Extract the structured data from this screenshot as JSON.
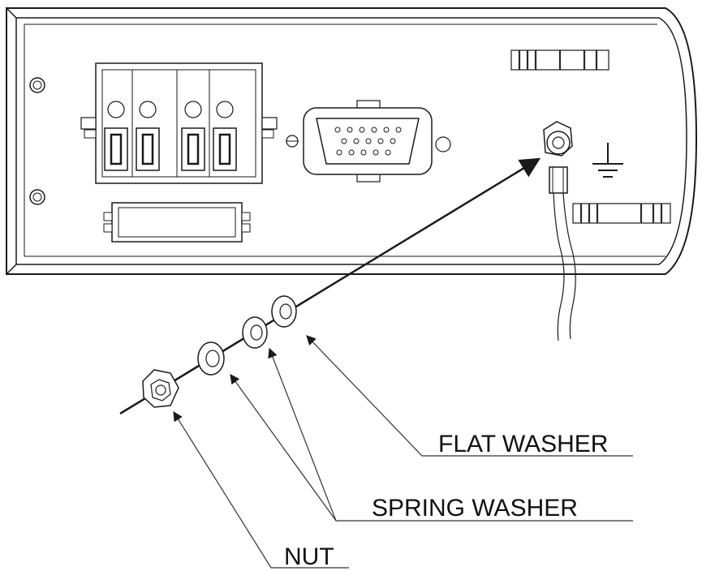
{
  "diagram": {
    "labels": {
      "flat_washer": "FLAT WASHER",
      "spring_washer": "SPRING WASHER",
      "nut": "NUT"
    },
    "colors": {
      "line": "#1a1a1a",
      "fill": "#ffffff",
      "hatch": "#2a2a2a"
    },
    "icons": [
      "ground-symbol-icon",
      "screw-terminal-icon",
      "db15-connector-icon",
      "ring-terminal-icon"
    ]
  }
}
